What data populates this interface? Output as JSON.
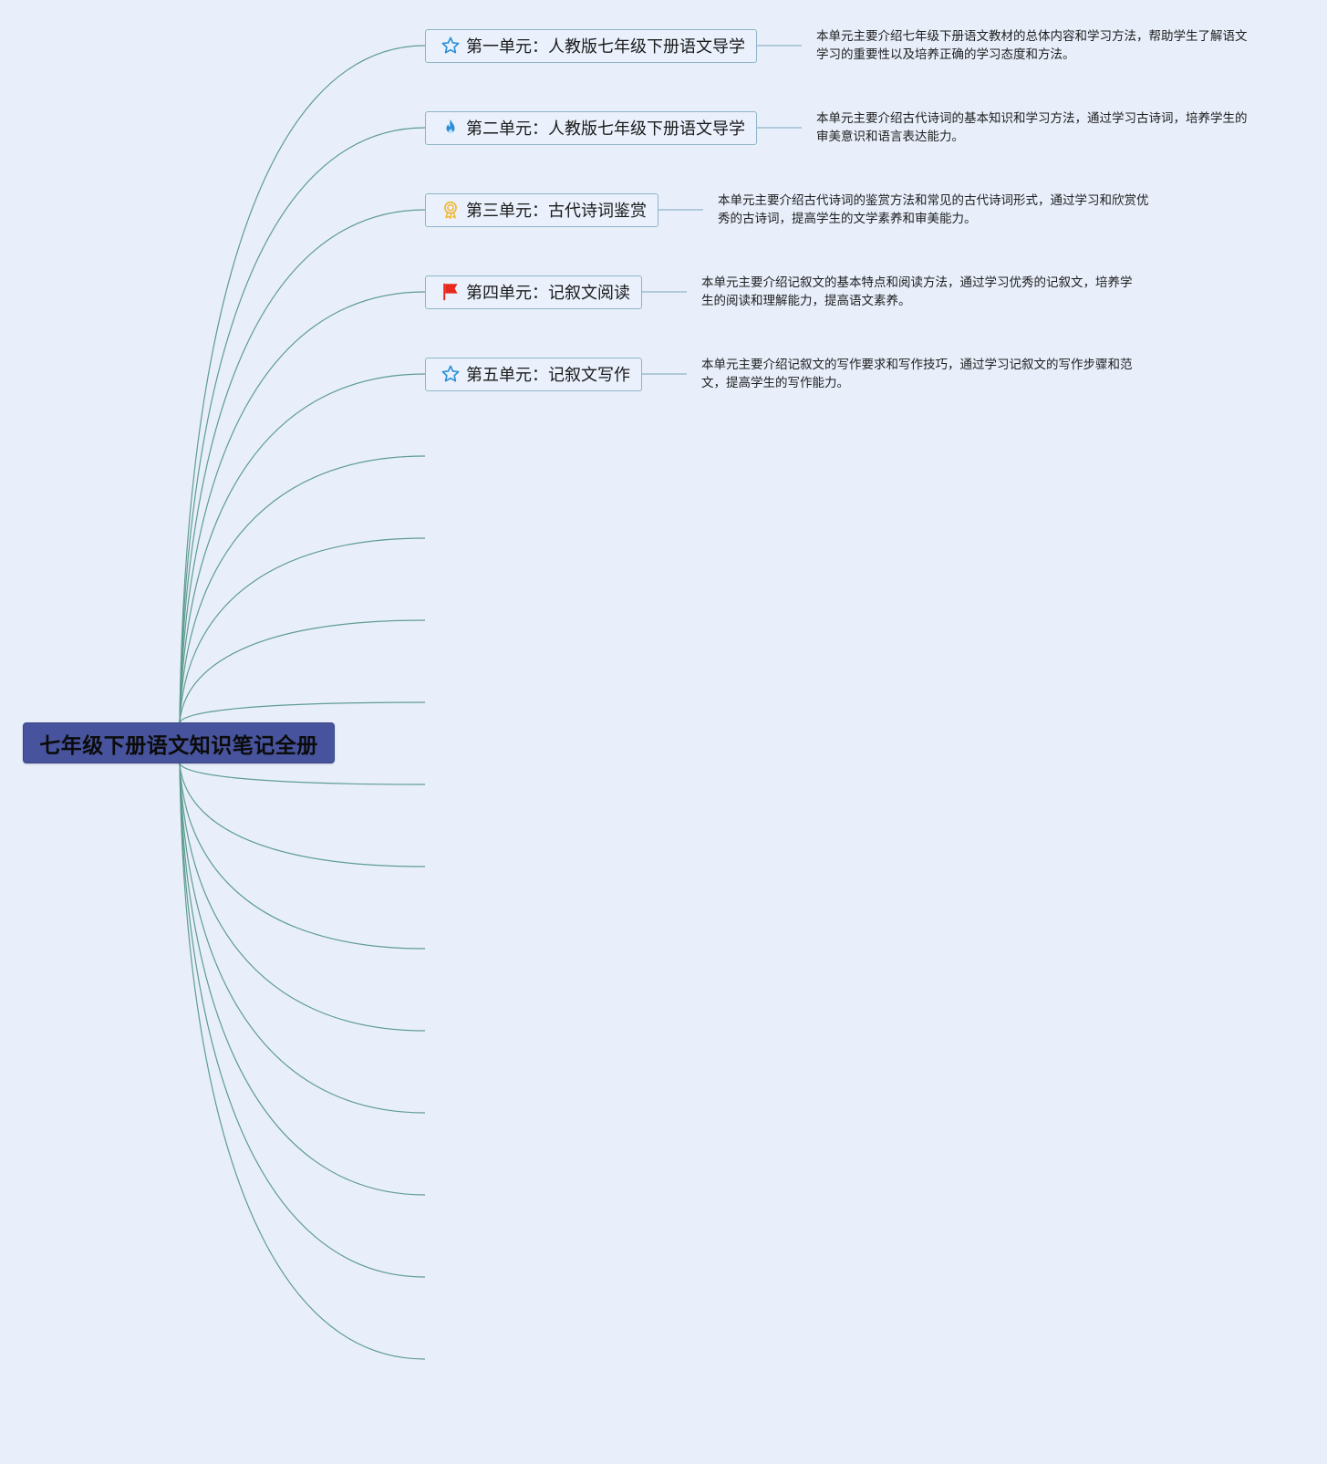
{
  "root": {
    "title": "七年级下册语文知识笔记全册"
  },
  "units": [
    {
      "label": "第一单元：人教版七年级下册语文导学",
      "icon": "star-icon",
      "icon_color": "#2b8fd6",
      "note_lines": [
        "本单元主要介绍七年级下册语文教材的总体内容和学习方法，帮助学生了解语文",
        "学习的重要性以及培养正确的学习态度和方法。"
      ]
    },
    {
      "label": "第二单元：人教版七年级下册语文导学",
      "icon": "flame-icon",
      "icon_color": "#2b8fd6",
      "note_lines": [
        "本单元主要介绍古代诗词的基本知识和学习方法，通过学习古诗词，培养学生的",
        "审美意识和语言表达能力。"
      ]
    },
    {
      "label": "第三单元：古代诗词鉴赏",
      "icon": "medal-icon",
      "icon_color": "#f0b62e",
      "note_lines": [
        "本单元主要介绍古代诗词的鉴赏方法和常见的古代诗词形式，通过学习和欣赏优",
        "秀的古诗词，提高学生的文学素养和审美能力。"
      ]
    },
    {
      "label": "第四单元：记叙文阅读",
      "icon": "flag-icon",
      "icon_color": "#e8281c",
      "note_lines": [
        "本单元主要介绍记叙文的基本特点和阅读方法，通过学习优秀的记叙文，培养学",
        "生的阅读和理解能力，提高语文素养。"
      ]
    },
    {
      "label": "第五单元：记叙文写作",
      "icon": "star-icon",
      "icon_color": "#2b8fd6",
      "note_lines": [
        "本单元主要介绍记叙文的写作要求和写作技巧，通过学习记叙文的写作步骤和范",
        "文，提高学生的写作能力。"
      ]
    }
  ],
  "colors": {
    "background": "#e8effb",
    "root_fill": "#47539c",
    "branch_line": "#5f9c8f",
    "node_border": "#8fb4c8"
  }
}
